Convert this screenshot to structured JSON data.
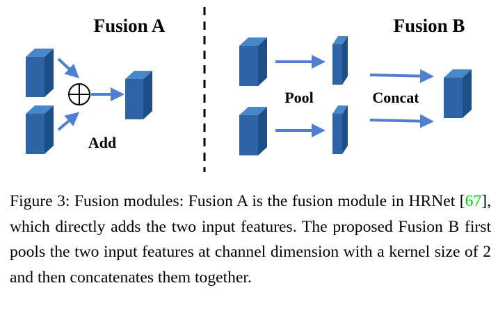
{
  "figure": {
    "fusion_a": {
      "title": "Fusion A",
      "add_label": "Add"
    },
    "fusion_b": {
      "title": "Fusion B",
      "pool_label": "Pool",
      "concat_label": "Concat"
    },
    "colors": {
      "block_front": "#2e63a6",
      "block_side": "#1c4f87",
      "block_top": "#4a87c9",
      "arrow": "#4f7fd0",
      "citation": "#00cc00"
    },
    "icons": [
      "circled-plus-icon",
      "arrow-icon",
      "feature-block-icon"
    ]
  },
  "caption": {
    "prefix": "Figure 3: Fusion modules: Fusion A is the fusion module in HRNet [",
    "citation": "67",
    "suffix": "], which directly adds the two input features. The proposed Fusion B first pools the two input features at channel dimension with a kernel size of 2 and then concatenates them together."
  }
}
